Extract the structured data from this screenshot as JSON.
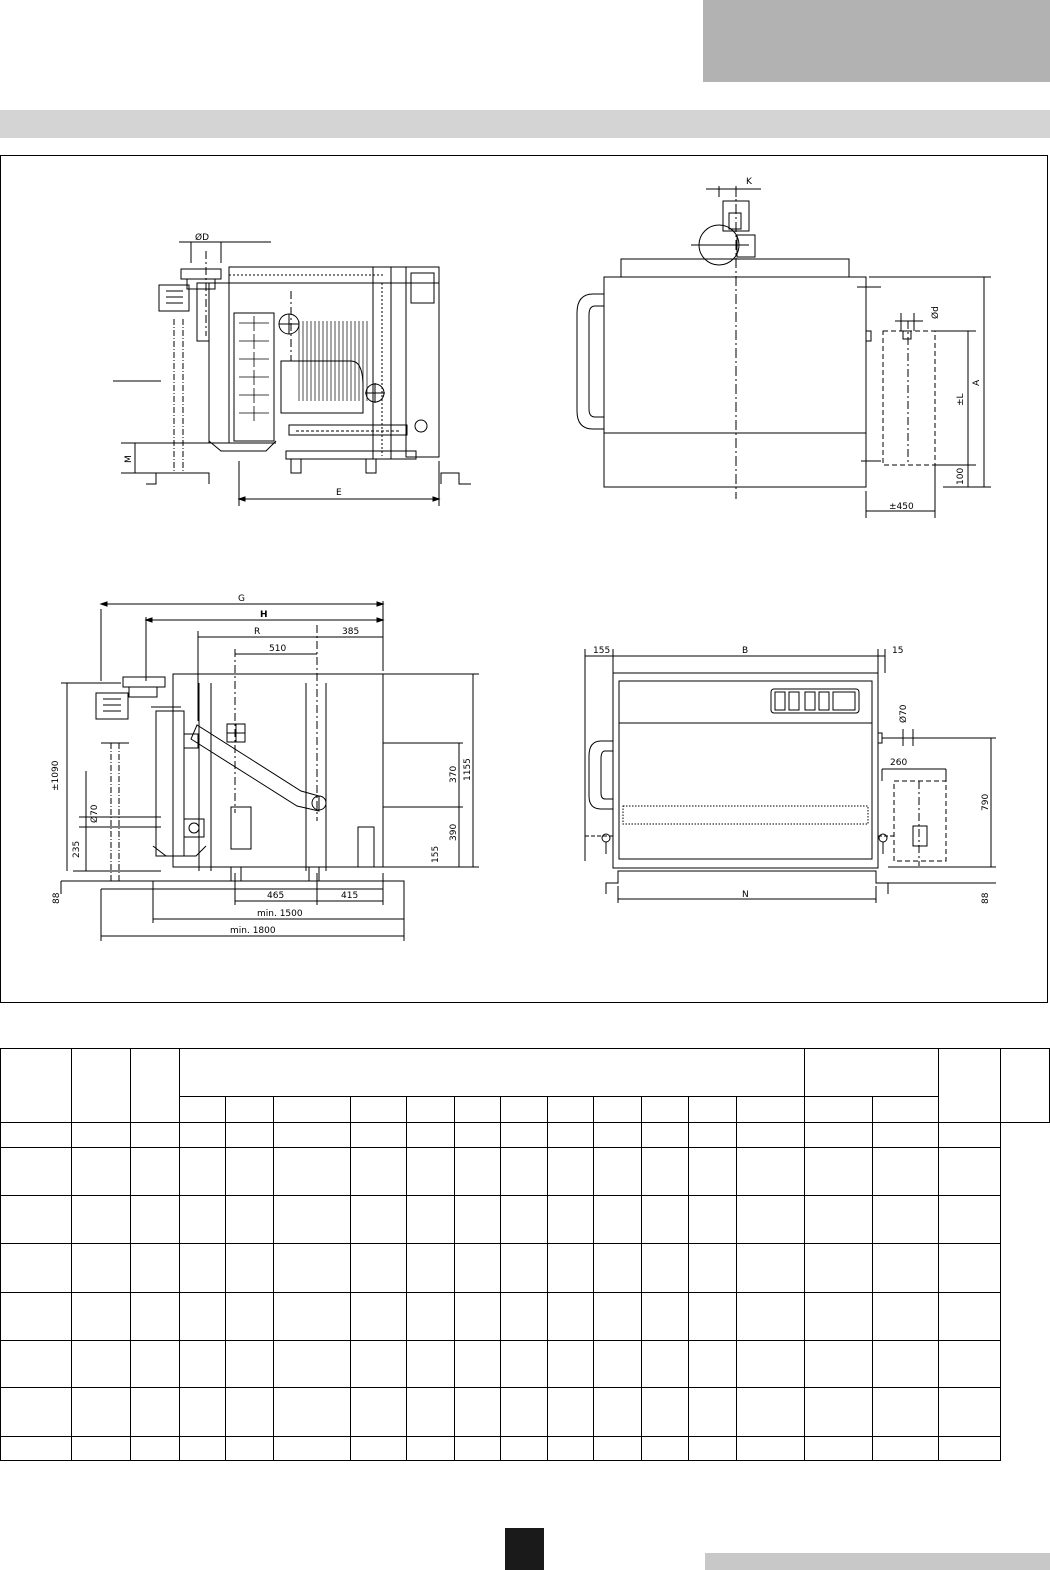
{
  "drawing": {
    "side_view": {
      "diameter_label": "ØD",
      "m_label": "M",
      "e_label": "E"
    },
    "rear_view": {
      "k_label": "K",
      "d_label": "Ød",
      "a_label": "A",
      "l_label": "±L",
      "dim_100": "100",
      "dim_450": "±450"
    },
    "plan_view": {
      "g_label": "G",
      "h_label": "H",
      "r_label": "R",
      "dim_385": "385",
      "dim_510": "510",
      "dim_1090": "±1090",
      "dim_d70": "Ø70",
      "dim_235": "235",
      "dim_88": "88",
      "dim_370": "370",
      "dim_1155": "1155",
      "dim_390": "390",
      "dim_155": "155",
      "dim_465": "465",
      "dim_415": "415",
      "min_1500": "min. 1500",
      "min_1800": "min. 1800"
    },
    "front_view": {
      "dim_155": "155",
      "b_label": "B",
      "dim_15": "15",
      "dim_d70": "Ø70",
      "dim_260": "260",
      "dim_790": "790",
      "n_label": "N",
      "dim_88": "88"
    }
  }
}
